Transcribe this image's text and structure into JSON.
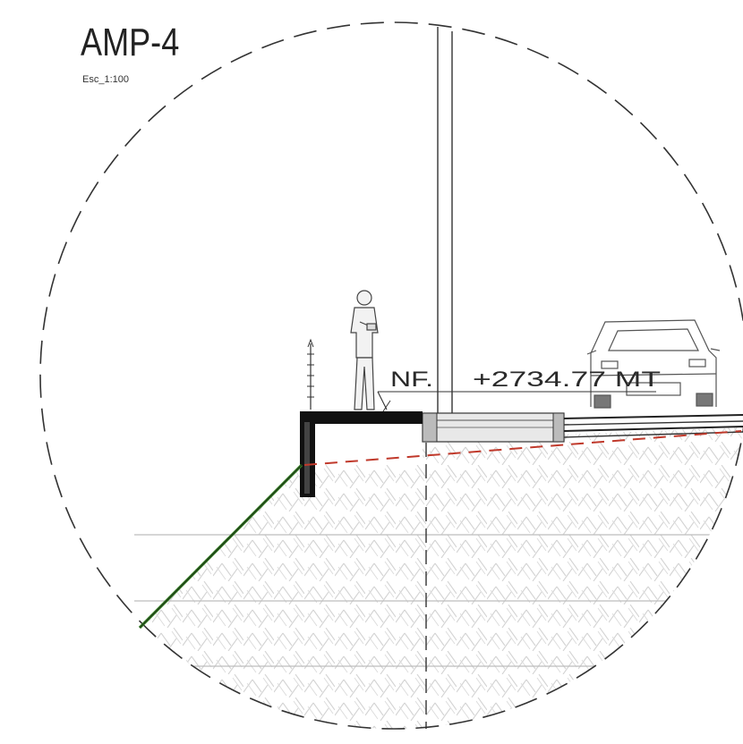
{
  "title": "AMP-4",
  "scale": "Esc_1:100",
  "level_marker": "NF.",
  "elevation": "+2734.77 MT",
  "colors": {
    "line": "#2a2a2a",
    "slope_line": "#2f7a1f",
    "reference_dash": "#c0392b",
    "soil_hatch": "#cfcfcf",
    "wall": "#111111"
  },
  "icons": [
    "person-figure-icon",
    "car-icon"
  ]
}
